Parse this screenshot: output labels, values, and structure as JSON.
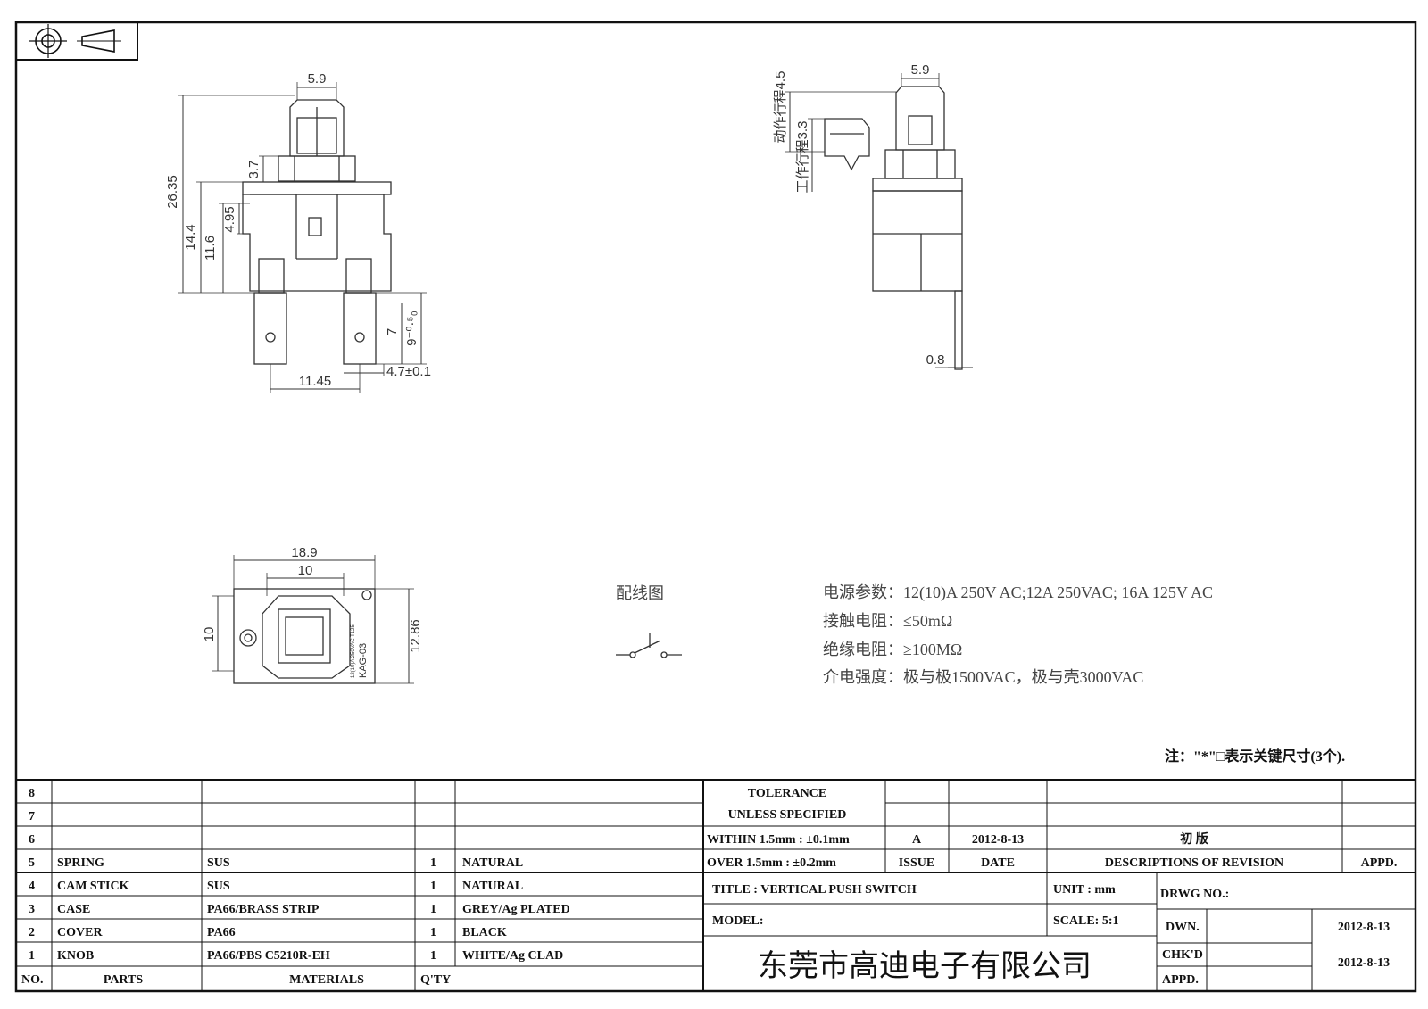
{
  "views": {
    "front": {
      "width_top": "5.9",
      "height_total": "26.35",
      "height_a": "14.4",
      "height_b": "11.6",
      "height_c": "4.95",
      "height_d": "3.7",
      "terminal_len": "7",
      "terminal_len_tol": "9⁺⁰·⁵₀",
      "terminal_width": "4.7±0.1",
      "terminal_pitch": "11.45"
    },
    "side": {
      "width_top": "5.9",
      "travel_total": "动作行程4.5",
      "travel_work": "工作行程3.3",
      "pin_thickness": "0.8"
    },
    "top": {
      "width": "18.9",
      "inner_width": "10",
      "left_height": "10",
      "right_height": "12.86",
      "marking_model": "KAG-03",
      "marking_rating": "12(10)A 250VAC T125"
    }
  },
  "wiring": {
    "label": "配线图"
  },
  "specs": [
    "电源参数：12(10)A 250V AC;12A 250VAC; 16A 125V AC",
    "接触电阻：≤50mΩ",
    "绝缘电阻：≥100MΩ",
    "介电强度：极与极1500VAC，极与壳3000VAC"
  ],
  "note": "注：\"*\"□表示关键尺寸(3个).",
  "parts_table": {
    "headers": {
      "no": "NO.",
      "parts": "PARTS",
      "materials": "MATERIALS",
      "qty": "Q'TY"
    },
    "rows": [
      {
        "no": "8",
        "part": "",
        "material": "",
        "qty": "",
        "finish": ""
      },
      {
        "no": "7",
        "part": "",
        "material": "",
        "qty": "",
        "finish": ""
      },
      {
        "no": "6",
        "part": "",
        "material": "",
        "qty": "",
        "finish": ""
      },
      {
        "no": "5",
        "part": "SPRING",
        "material": "SUS",
        "qty": "1",
        "finish": "NATURAL"
      },
      {
        "no": "4",
        "part": "CAM STICK",
        "material": "SUS",
        "qty": "1",
        "finish": "NATURAL"
      },
      {
        "no": "3",
        "part": "CASE",
        "material": "PA66/BRASS STRIP",
        "qty": "1",
        "finish": "GREY/Ag PLATED"
      },
      {
        "no": "2",
        "part": "COVER",
        "material": "PA66",
        "qty": "1",
        "finish": "BLACK"
      },
      {
        "no": "1",
        "part": "KNOB",
        "material": "PA66/PBS C5210R-EH",
        "qty": "1",
        "finish": "WHITE/Ag CLAD"
      }
    ]
  },
  "title_block": {
    "tolerance_1": "TOLERANCE",
    "tolerance_2": "UNLESS  SPECIFIED",
    "within": "WITHIN 1.5mm : ±0.1mm",
    "over": "OVER 1.5mm : ±0.2mm",
    "issue_value": "A",
    "date_value": "2012-8-13",
    "revision_desc": "初 版",
    "issue_label": "ISSUE",
    "date_label": "DATE",
    "desc_label": "DESCRIPTIONS OF REVISION",
    "appd_label": "APPD.",
    "title": "TITLE :  VERTICAL PUSH SWITCH",
    "unit": "UNIT :  mm",
    "drwg_no": "DRWG NO.:",
    "model": "MODEL:",
    "scale": "SCALE:  5:1",
    "dwn": "DWN.",
    "dwn_date": "2012-8-13",
    "chkd": "CHK'D",
    "chkd_date": "2012-8-13",
    "appd": "APPD.",
    "company": "东莞市高迪电子有限公司"
  }
}
